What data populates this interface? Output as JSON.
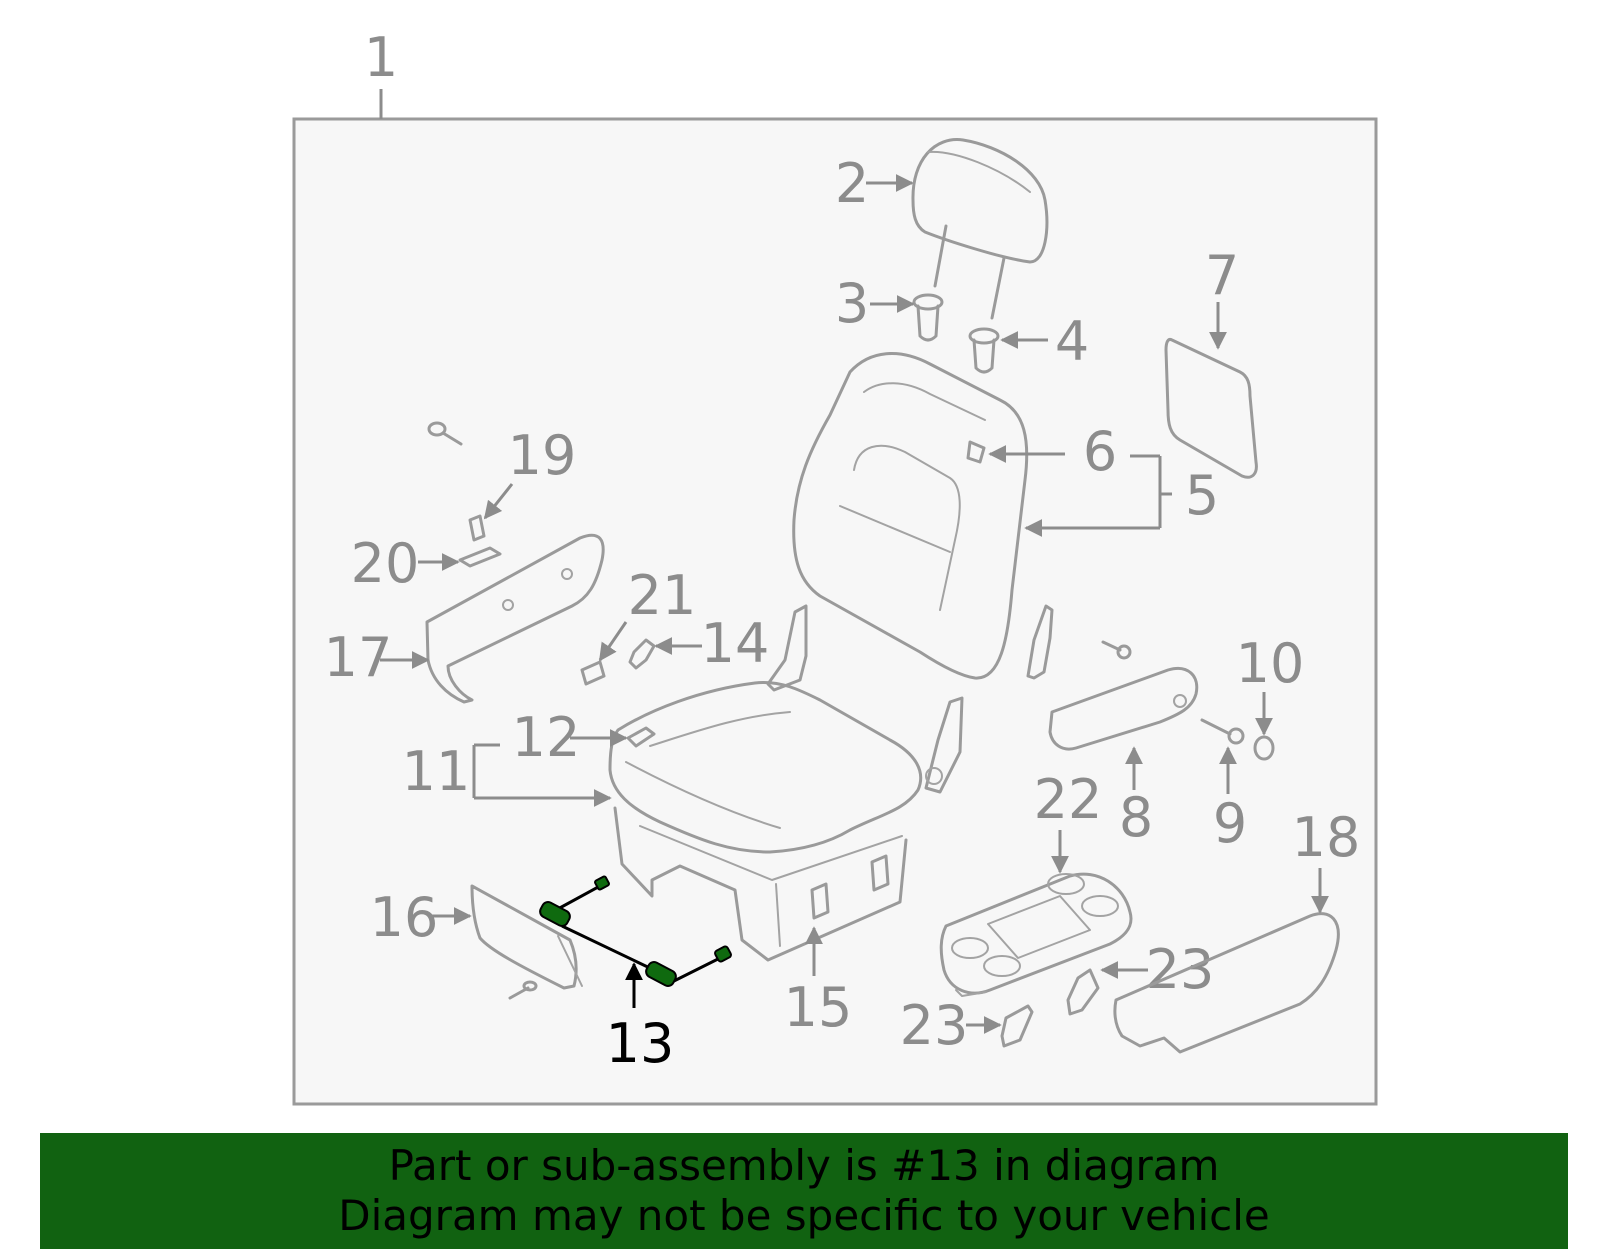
{
  "diagram": {
    "labels": {
      "p1": "1",
      "p2": "2",
      "p3": "3",
      "p4": "4",
      "p5": "5",
      "p6": "6",
      "p7": "7",
      "p8": "8",
      "p9": "9",
      "p10": "10",
      "p11": "11",
      "p12": "12",
      "p13": "13",
      "p14": "14",
      "p15": "15",
      "p16": "16",
      "p17": "17",
      "p18": "18",
      "p19": "19",
      "p20": "20",
      "p21": "21",
      "p22": "22",
      "p23a": "23",
      "p23b": "23"
    },
    "highlighted_part": "13",
    "colors": {
      "line": "#9a9a9a",
      "label": "#8c8c8c",
      "highlight": "#0f6a0f",
      "panel": "#f7f7f7",
      "banner": "#116211"
    }
  },
  "notice": {
    "line1": "Part or sub-assembly is #13 in diagram",
    "line2": "Diagram may not be specific to your vehicle"
  }
}
